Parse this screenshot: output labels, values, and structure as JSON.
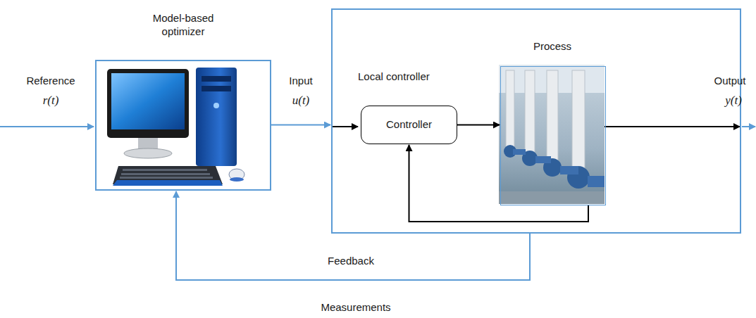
{
  "diagram": {
    "nodes": [
      {
        "text": [
          "Model-based optimizer"
        ]
      },
      {
        "text": [
          "Local controller"
        ]
      },
      {
        "text": [
          "Controller"
        ],
        "in": 1
      },
      {
        "text": [
          "Process"
        ],
        "in": 1
      }
    ],
    "edges": [
      {
        "from": 0,
        "to": 1,
        "arrow": "to"
      },
      {
        "from": 2,
        "to": 3,
        "arrow": "to"
      },
      {
        "from": 3,
        "to": 2,
        "arrow": "to"
      },
      {
        "from": 1,
        "to": 0,
        "arrow": "to"
      }
    ],
    "labels": [
      "Reference",
      "r(t)",
      "Input",
      "u(t)",
      "Output",
      "y(t)",
      "Feedback",
      "Measurements"
    ]
  }
}
